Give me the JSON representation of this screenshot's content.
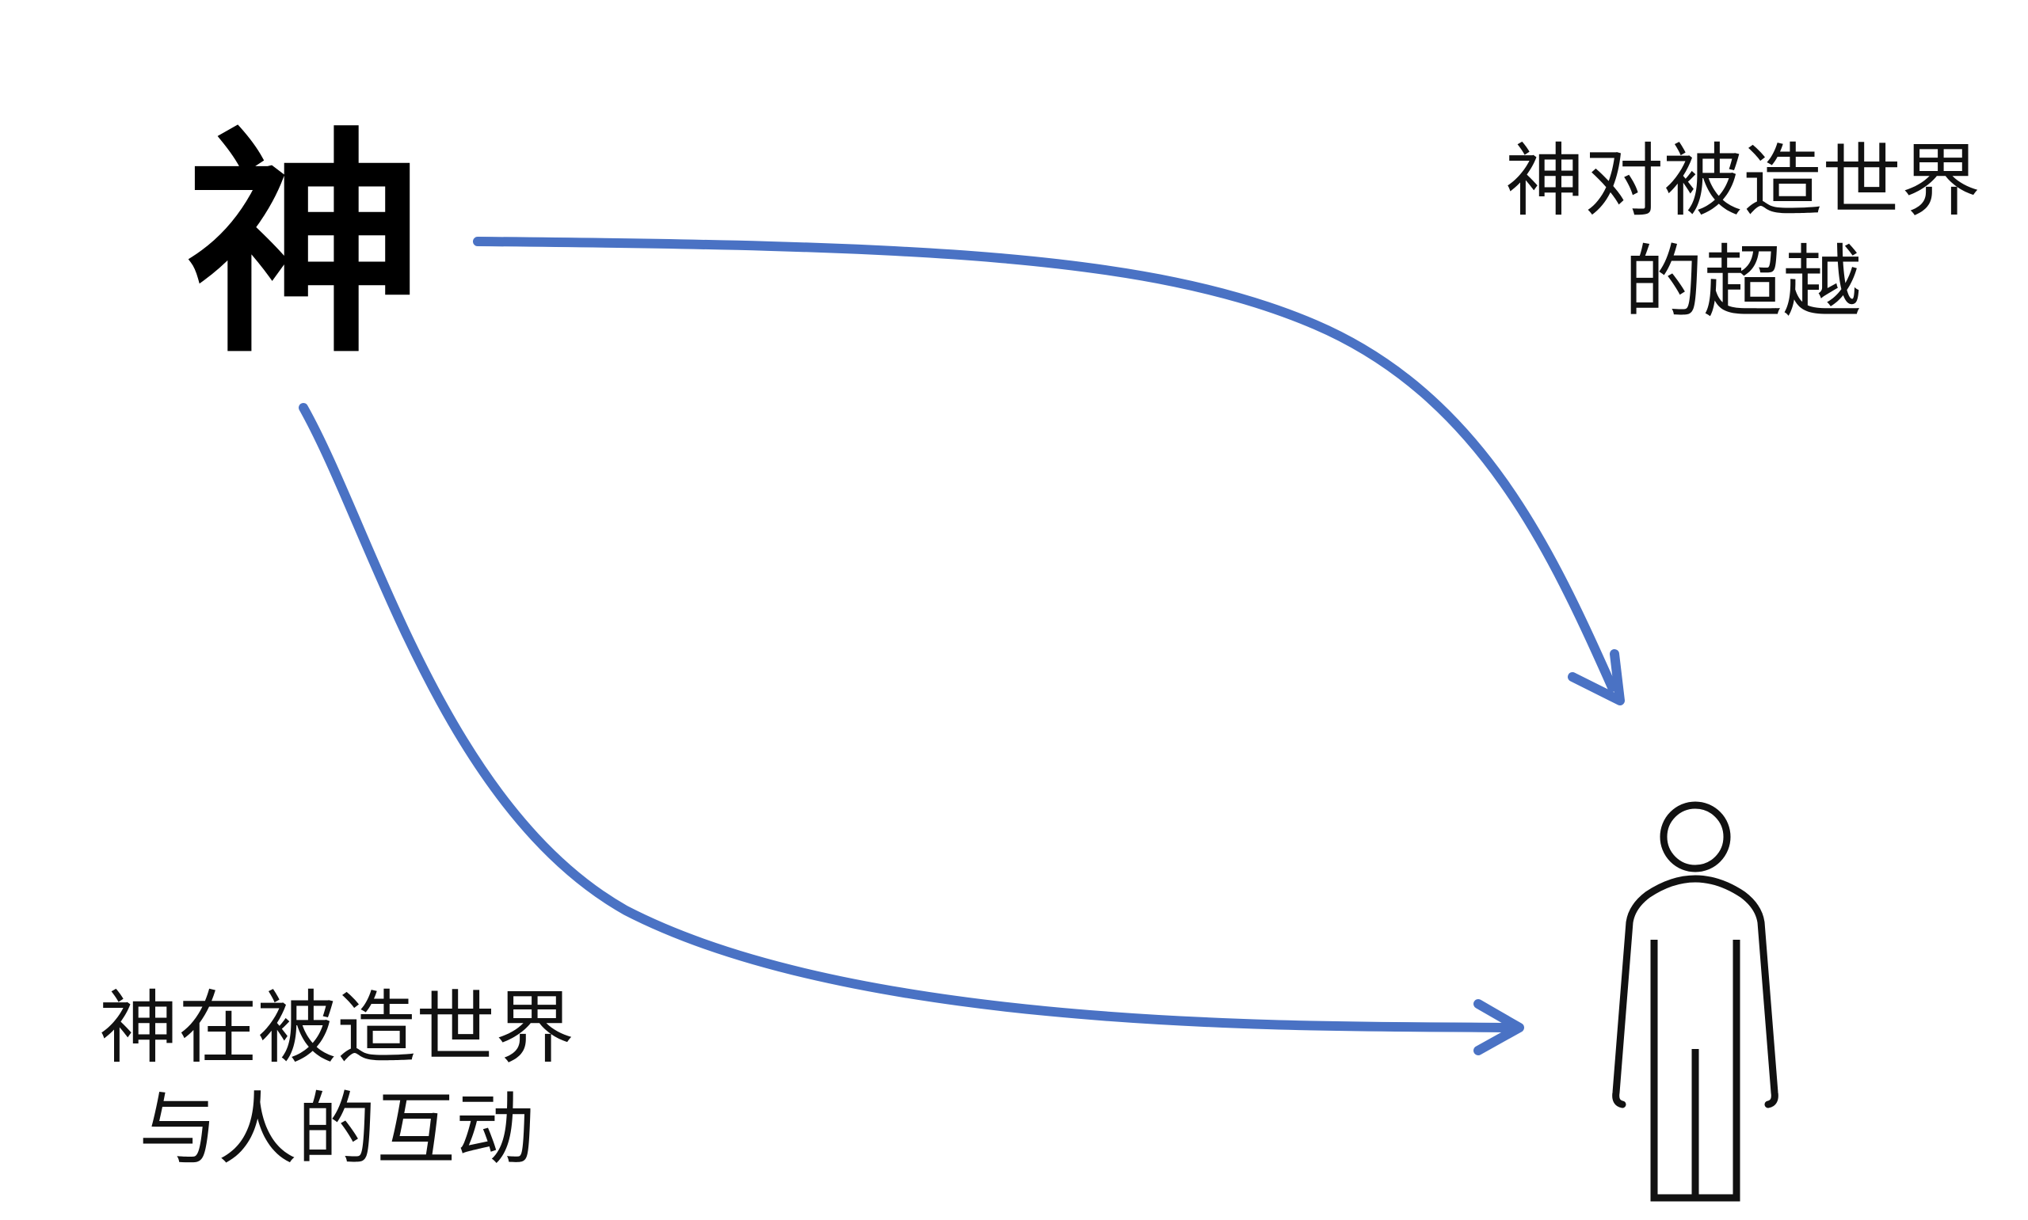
{
  "diagram": {
    "god_character": "神",
    "transcendence_label_lines": [
      "神对被造世界",
      "的超越"
    ],
    "interaction_label_lines": [
      "神在被造世界",
      "与人的互动"
    ],
    "nodes": [
      {
        "id": "god",
        "kind": "calligraphy-character"
      },
      {
        "id": "human",
        "kind": "person-icon"
      }
    ],
    "edges": [
      {
        "from": "god",
        "to": "human",
        "meaning": "transcendence"
      },
      {
        "from": "god",
        "to": "human",
        "meaning": "interaction"
      }
    ],
    "colors": {
      "arrow": "#4a72c4",
      "text": "#111111",
      "icon": "#111111",
      "background": "#ffffff"
    },
    "icons": [
      "person-icon",
      "arrow-head-icon"
    ]
  }
}
